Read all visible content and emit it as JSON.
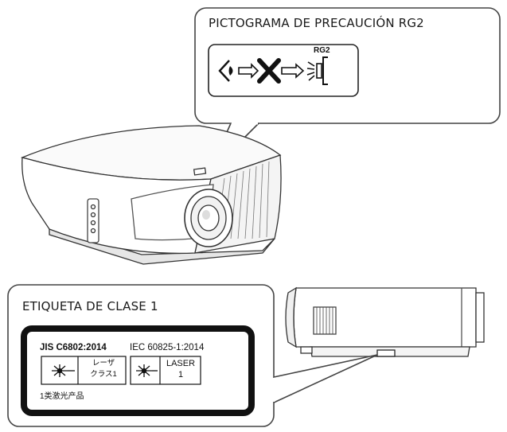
{
  "rg2_callout": {
    "title": "PICTOGRAMA DE PRECAUCIÓN RG2",
    "pictogram_badge": "RG2",
    "pictogram_icons": [
      "eye-icon",
      "arrow-icon",
      "cross-icon",
      "arrow-icon",
      "light-source-icon"
    ]
  },
  "class1_callout": {
    "title": "ETIQUETA DE CLASE 1",
    "label": {
      "jis_standard": "JIS C6802:2014",
      "iec_standard": "IEC 60825-1:2014",
      "jis_cell_text_line1": "レーザ",
      "jis_cell_text_line2": "クラス1",
      "iec_cell_text_line1": "LASER",
      "iec_cell_text_line2": "1",
      "bottom_text": "1类激光产品",
      "icons": [
        "laser-starburst-icon",
        "laser-starburst-icon"
      ]
    }
  },
  "colors": {
    "line": "#333333",
    "callout_border": "#555555",
    "label_frame": "#111111",
    "projector_body": "#ffffff",
    "projector_shadow": "#cccccc"
  }
}
